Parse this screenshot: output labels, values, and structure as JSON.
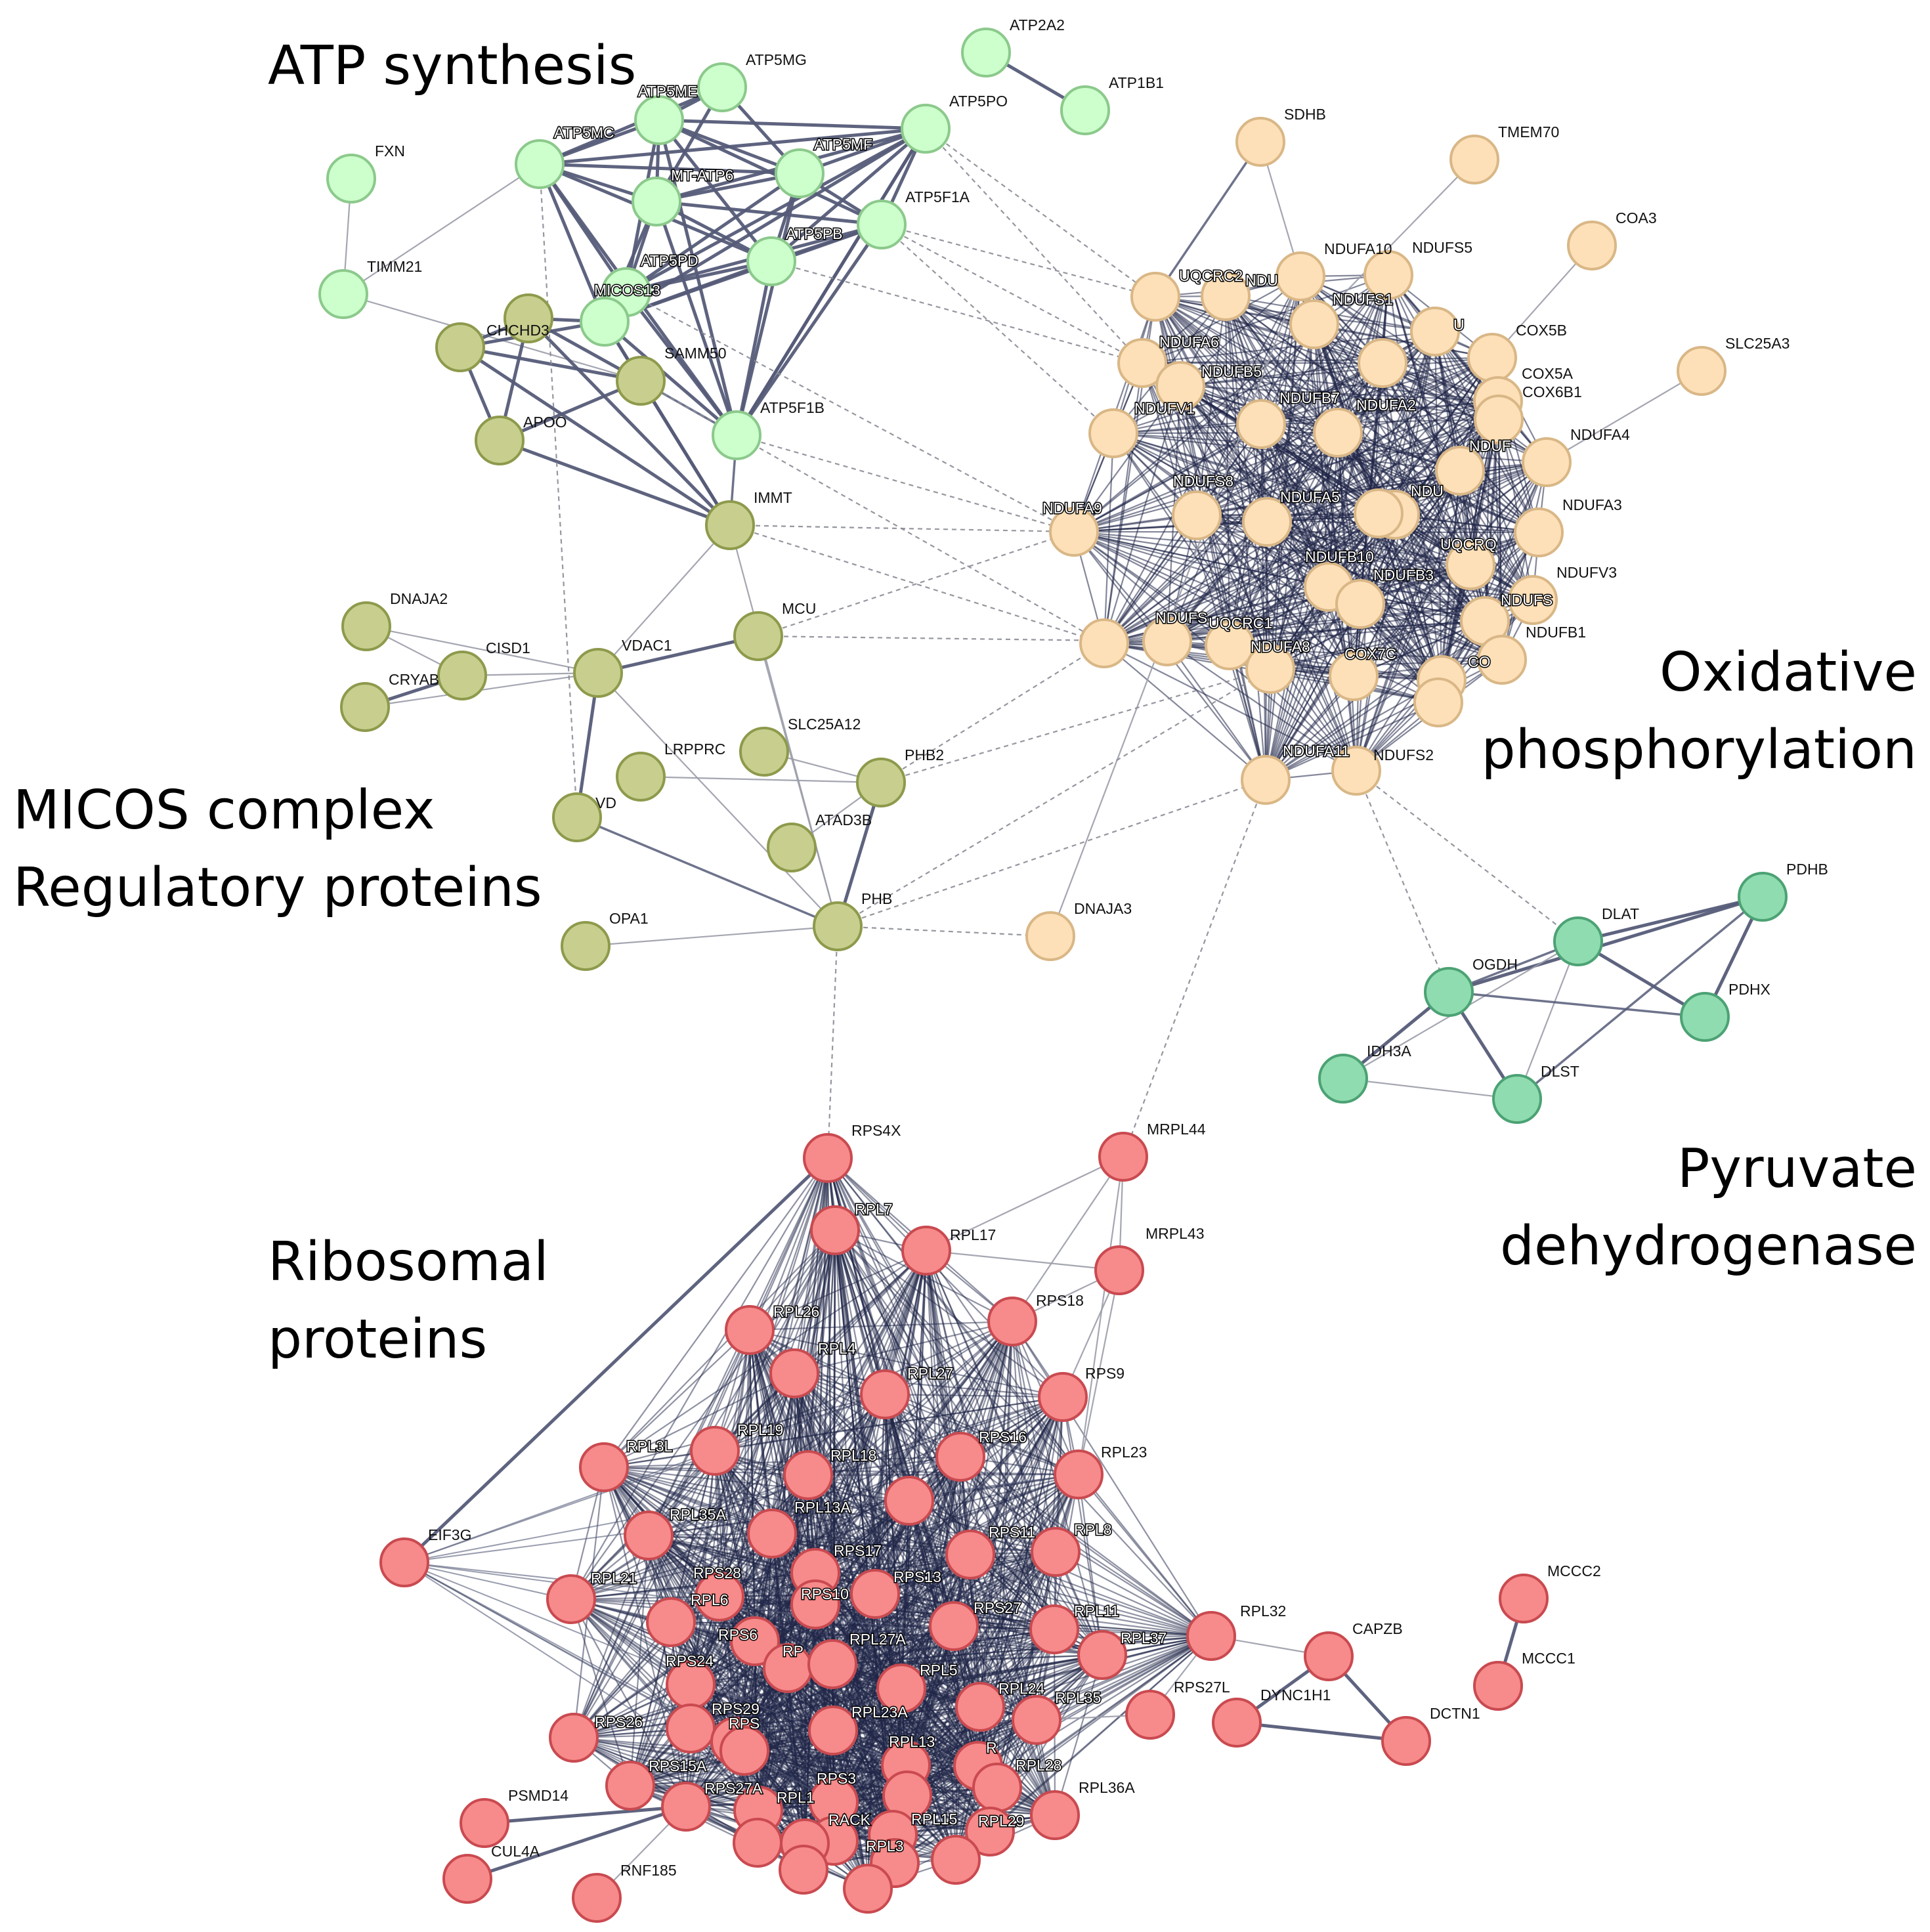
{
  "palette": {
    "atp": {
      "fill": "#ccffcc",
      "stroke": "#8cc98c"
    },
    "micos": {
      "fill": "#c8cf8e",
      "stroke": "#8e9a4c"
    },
    "oxphos": {
      "fill": "#fde0b8",
      "stroke": "#d9b786"
    },
    "pdh": {
      "fill": "#8fdcb0",
      "stroke": "#4ca274"
    },
    "ribo": {
      "fill": "#f78a8a",
      "stroke": "#c94a50"
    },
    "edge": "#555b78",
    "dense_edge": "#1f2547"
  },
  "titles": [
    {
      "id": "title-atp",
      "lines": [
        "ATP synthesis"
      ]
    },
    {
      "id": "title-micos",
      "lines": [
        "MICOS complex",
        "Regulatory proteins"
      ]
    },
    {
      "id": "title-oxphos",
      "lines": [
        "Oxidative",
        "phosphorylation"
      ]
    },
    {
      "id": "title-pdh",
      "lines": [
        "Pyruvate",
        "dehydrogenase"
      ]
    },
    {
      "id": "title-ribo",
      "lines": [
        "Ribosomal",
        "proteins"
      ]
    }
  ],
  "nodes": [
    {
      "id": "ATP2A2",
      "label": "ATP2A2",
      "group": "atp"
    },
    {
      "id": "ATP1B1",
      "label": "ATP1B1",
      "group": "atp"
    },
    {
      "id": "ATP5MG",
      "label": "ATP5MG",
      "group": "atp"
    },
    {
      "id": "ATP5ME",
      "label": "ATP5ME",
      "group": "atp"
    },
    {
      "id": "ATP5MC",
      "label": "ATP5MC",
      "group": "atp"
    },
    {
      "id": "MT-ATP6",
      "label": "MT-ATP6",
      "group": "atp"
    },
    {
      "id": "ATP5MF",
      "label": "ATP5MF",
      "group": "atp"
    },
    {
      "id": "ATP5PO",
      "label": "ATP5PO",
      "group": "atp"
    },
    {
      "id": "ATP5F1A",
      "label": "ATP5F1A",
      "group": "atp"
    },
    {
      "id": "ATP5PB",
      "label": "ATP5PB",
      "group": "atp"
    },
    {
      "id": "ATP5PD",
      "label": "ATP5PD",
      "group": "atp"
    },
    {
      "id": "MICOS13",
      "label": "MICOS13",
      "group": "atp"
    },
    {
      "id": "ATP5F1B",
      "label": "ATP5F1B",
      "group": "atp"
    },
    {
      "id": "FXN",
      "label": "FXN",
      "group": "atp"
    },
    {
      "id": "TIMM21",
      "label": "TIMM21",
      "group": "atp"
    },
    {
      "id": "CHCHD3",
      "label": "CHCHD3",
      "group": "micos"
    },
    {
      "id": "MIC_b",
      "label": "",
      "group": "micos"
    },
    {
      "id": "APOO",
      "label": "APOO",
      "group": "micos"
    },
    {
      "id": "SAMM50",
      "label": "SAMM50",
      "group": "micos"
    },
    {
      "id": "IMMT",
      "label": "IMMT",
      "group": "micos"
    },
    {
      "id": "DNAJA2",
      "label": "DNAJA2",
      "group": "micos"
    },
    {
      "id": "CISD1",
      "label": "CISD1",
      "group": "micos"
    },
    {
      "id": "CRYAB",
      "label": "CRYAB",
      "group": "micos"
    },
    {
      "id": "VDAC1",
      "label": "VDAC1",
      "group": "micos"
    },
    {
      "id": "MCU",
      "label": "MCU",
      "group": "micos"
    },
    {
      "id": "LRPPRC",
      "label": "LRPPRC",
      "group": "micos"
    },
    {
      "id": "SLC25A12",
      "label": "SLC25A12",
      "group": "micos"
    },
    {
      "id": "PHB2",
      "label": "PHB2",
      "group": "micos"
    },
    {
      "id": "VDAC",
      "label": "VD",
      "group": "micos"
    },
    {
      "id": "ATAD3B",
      "label": "ATAD3B",
      "group": "micos"
    },
    {
      "id": "PHB",
      "label": "PHB",
      "group": "micos"
    },
    {
      "id": "OPA1",
      "label": "OPA1",
      "group": "micos"
    },
    {
      "id": "SDHB",
      "label": "SDHB",
      "group": "oxphos"
    },
    {
      "id": "TMEM70",
      "label": "TMEM70",
      "group": "oxphos"
    },
    {
      "id": "COA3",
      "label": "COA3",
      "group": "oxphos"
    },
    {
      "id": "SLC25A3",
      "label": "SLC25A3",
      "group": "oxphos"
    },
    {
      "id": "UQCRC2",
      "label": "UQCRC2",
      "group": "oxphos"
    },
    {
      "id": "NDU_a",
      "label": "NDU",
      "group": "oxphos"
    },
    {
      "id": "NDUFA10",
      "label": "NDUFA10",
      "group": "oxphos"
    },
    {
      "id": "NDUFS5",
      "label": "NDUFS5",
      "group": "oxphos"
    },
    {
      "id": "NDUFS1",
      "label": "NDUFS1",
      "group": "oxphos"
    },
    {
      "id": "UQ_b",
      "label": "U",
      "group": "oxphos"
    },
    {
      "id": "COX5B",
      "label": "COX5B",
      "group": "oxphos"
    },
    {
      "id": "NDUFA6",
      "label": "NDUFA6",
      "group": "oxphos"
    },
    {
      "id": "NDUFB5",
      "label": "NDUFB5",
      "group": "oxphos"
    },
    {
      "id": "OX_x1",
      "label": "",
      "group": "oxphos"
    },
    {
      "id": "COX5A",
      "label": "COX5A",
      "group": "oxphos"
    },
    {
      "id": "NDUFV1",
      "label": "NDUFV1",
      "group": "oxphos"
    },
    {
      "id": "NDUFB7",
      "label": "NDUFB7",
      "group": "oxphos"
    },
    {
      "id": "NDUFA2",
      "label": "NDUFA2",
      "group": "oxphos"
    },
    {
      "id": "COX6B1",
      "label": "COX6B1",
      "group": "oxphos"
    },
    {
      "id": "NDUFS_c",
      "label": "NDUF",
      "group": "oxphos"
    },
    {
      "id": "NDUFA4",
      "label": "NDUFA4",
      "group": "oxphos"
    },
    {
      "id": "NDU_d",
      "label": "NDU",
      "group": "oxphos"
    },
    {
      "id": "NDUFA9",
      "label": "NDUFA9",
      "group": "oxphos"
    },
    {
      "id": "NDUFS8",
      "label": "NDUFS8",
      "group": "oxphos"
    },
    {
      "id": "NDUFA5",
      "label": "NDUFA5",
      "group": "oxphos"
    },
    {
      "id": "OX_x2",
      "label": "",
      "group": "oxphos"
    },
    {
      "id": "NDUFA3",
      "label": "NDUFA3",
      "group": "oxphos"
    },
    {
      "id": "UQCRQ",
      "label": "UQCRQ",
      "group": "oxphos"
    },
    {
      "id": "NDUFV3",
      "label": "NDUFV3",
      "group": "oxphos"
    },
    {
      "id": "NDUFB10",
      "label": "NDUFB10",
      "group": "oxphos"
    },
    {
      "id": "NDUFB3",
      "label": "NDUFB3",
      "group": "oxphos"
    },
    {
      "id": "NDUFS_e",
      "label": "NDUFS",
      "group": "oxphos"
    },
    {
      "id": "NDUFB1",
      "label": "NDUFB1",
      "group": "oxphos"
    },
    {
      "id": "NDUFS_f",
      "label": "NDUFS",
      "group": "oxphos"
    },
    {
      "id": "UQCRC1",
      "label": "UQCRC1",
      "group": "oxphos"
    },
    {
      "id": "OX_x3",
      "label": "",
      "group": "oxphos"
    },
    {
      "id": "NDUFA8",
      "label": "NDUFA8",
      "group": "oxphos"
    },
    {
      "id": "COX7C",
      "label": "COX7C",
      "group": "oxphos"
    },
    {
      "id": "CO_g",
      "label": "CO",
      "group": "oxphos"
    },
    {
      "id": "OX_x4",
      "label": "",
      "group": "oxphos"
    },
    {
      "id": "NDUFA11",
      "label": "NDUFA11",
      "group": "oxphos"
    },
    {
      "id": "NDUFS2",
      "label": "NDUFS2",
      "group": "oxphos"
    },
    {
      "id": "DNAJA3",
      "label": "DNAJA3",
      "group": "oxphos"
    },
    {
      "id": "PDHB",
      "label": "PDHB",
      "group": "pdh"
    },
    {
      "id": "DLAT",
      "label": "DLAT",
      "group": "pdh"
    },
    {
      "id": "OGDH",
      "label": "OGDH",
      "group": "pdh"
    },
    {
      "id": "PDHX",
      "label": "PDHX",
      "group": "pdh"
    },
    {
      "id": "IDH3A",
      "label": "IDH3A",
      "group": "pdh"
    },
    {
      "id": "DLST",
      "label": "DLST",
      "group": "pdh"
    },
    {
      "id": "RPS4X",
      "label": "RPS4X",
      "group": "ribo"
    },
    {
      "id": "MRPL44",
      "label": "MRPL44",
      "group": "ribo"
    },
    {
      "id": "RPL7",
      "label": "RPL7",
      "group": "ribo"
    },
    {
      "id": "RPL17",
      "label": "RPL17",
      "group": "ribo"
    },
    {
      "id": "MRPL43",
      "label": "MRPL43",
      "group": "ribo"
    },
    {
      "id": "RPL26",
      "label": "RPL26",
      "group": "ribo"
    },
    {
      "id": "RPS18",
      "label": "RPS18",
      "group": "ribo"
    },
    {
      "id": "RPL4",
      "label": "RPL4",
      "group": "ribo"
    },
    {
      "id": "RPL27",
      "label": "RPL27",
      "group": "ribo"
    },
    {
      "id": "RPS9",
      "label": "RPS9",
      "group": "ribo"
    },
    {
      "id": "RPL3L",
      "label": "RPL3L",
      "group": "ribo"
    },
    {
      "id": "RPL19",
      "label": "RPL19",
      "group": "ribo"
    },
    {
      "id": "RPL18",
      "label": "RPL18",
      "group": "ribo"
    },
    {
      "id": "RPS16",
      "label": "RPS16",
      "group": "ribo"
    },
    {
      "id": "RI_x1",
      "label": "",
      "group": "ribo"
    },
    {
      "id": "RPL23",
      "label": "RPL23",
      "group": "ribo"
    },
    {
      "id": "RPL35A",
      "label": "RPL35A",
      "group": "ribo"
    },
    {
      "id": "RPL13A",
      "label": "RPL13A",
      "group": "ribo"
    },
    {
      "id": "EIF3G",
      "label": "EIF3G",
      "group": "ribo"
    },
    {
      "id": "RPS28",
      "label": "RPS28",
      "group": "ribo"
    },
    {
      "id": "RPS17",
      "label": "RPS17",
      "group": "ribo"
    },
    {
      "id": "RPS11",
      "label": "RPS11",
      "group": "ribo"
    },
    {
      "id": "RPL8",
      "label": "RPL8",
      "group": "ribo"
    },
    {
      "id": "RPL21",
      "label": "RPL21",
      "group": "ribo"
    },
    {
      "id": "RPL6",
      "label": "RPL6",
      "group": "ribo"
    },
    {
      "id": "RPS10",
      "label": "RPS10",
      "group": "ribo"
    },
    {
      "id": "RPS13",
      "label": "RPS13",
      "group": "ribo"
    },
    {
      "id": "RPS27",
      "label": "RPS27",
      "group": "ribo"
    },
    {
      "id": "RPL11",
      "label": "RPL11",
      "group": "ribo"
    },
    {
      "id": "RPL32",
      "label": "RPL32",
      "group": "ribo"
    },
    {
      "id": "RPS6",
      "label": "RPS6",
      "group": "ribo"
    },
    {
      "id": "RPL37",
      "label": "RPL37",
      "group": "ribo"
    },
    {
      "id": "CAPZB",
      "label": "CAPZB",
      "group": "ribo"
    },
    {
      "id": "MCCC2",
      "label": "MCCC2",
      "group": "ribo"
    },
    {
      "id": "RPS24",
      "label": "RPS24",
      "group": "ribo"
    },
    {
      "id": "RP_a",
      "label": "RP",
      "group": "ribo"
    },
    {
      "id": "RPL27A",
      "label": "RPL27A",
      "group": "ribo"
    },
    {
      "id": "RPL5",
      "label": "RPL5",
      "group": "ribo"
    },
    {
      "id": "RPL24",
      "label": "RPL24",
      "group": "ribo"
    },
    {
      "id": "MCCC1",
      "label": "MCCC1",
      "group": "ribo"
    },
    {
      "id": "RPS27L",
      "label": "RPS27L",
      "group": "ribo"
    },
    {
      "id": "DYNC1H1",
      "label": "DYNC1H1",
      "group": "ribo"
    },
    {
      "id": "DCTN1",
      "label": "DCTN1",
      "group": "ribo"
    },
    {
      "id": "RPS26",
      "label": "RPS26",
      "group": "ribo"
    },
    {
      "id": "RPS29",
      "label": "RPS29",
      "group": "ribo"
    },
    {
      "id": "RPS_b",
      "label": "RPS",
      "group": "ribo"
    },
    {
      "id": "RPL23A",
      "label": "RPL23A",
      "group": "ribo"
    },
    {
      "id": "RPL35",
      "label": "RPL35",
      "group": "ribo"
    },
    {
      "id": "RPS15A",
      "label": "RPS15A",
      "group": "ribo"
    },
    {
      "id": "RPL13",
      "label": "RPL13",
      "group": "ribo"
    },
    {
      "id": "RI_x2",
      "label": "R",
      "group": "ribo"
    },
    {
      "id": "RI_x3",
      "label": "",
      "group": "ribo"
    },
    {
      "id": "RPS27A",
      "label": "RPS27A",
      "group": "ribo"
    },
    {
      "id": "RPS3",
      "label": "RPS3",
      "group": "ribo"
    },
    {
      "id": "RPL28",
      "label": "RPL28",
      "group": "ribo"
    },
    {
      "id": "RPL36A",
      "label": "RPL36A",
      "group": "ribo"
    },
    {
      "id": "PSMD14",
      "label": "PSMD14",
      "group": "ribo"
    },
    {
      "id": "RPL_c",
      "label": "RPL1",
      "group": "ribo"
    },
    {
      "id": "RI_x4",
      "label": "",
      "group": "ribo"
    },
    {
      "id": "RPL15",
      "label": "RPL15",
      "group": "ribo"
    },
    {
      "id": "RI_x5",
      "label": "",
      "group": "ribo"
    },
    {
      "id": "RPL29",
      "label": "RPL29",
      "group": "ribo"
    },
    {
      "id": "CUL4A",
      "label": "CUL4A",
      "group": "ribo"
    },
    {
      "id": "RACK",
      "label": "RACK",
      "group": "ribo"
    },
    {
      "id": "RPL3_d",
      "label": "RPL3",
      "group": "ribo"
    },
    {
      "id": "RI_x6",
      "label": "",
      "group": "ribo"
    },
    {
      "id": "RI_x7",
      "label": "",
      "group": "ribo"
    },
    {
      "id": "RNF185",
      "label": "RNF185",
      "group": "ribo"
    },
    {
      "id": "RI_x8",
      "label": "",
      "group": "ribo"
    },
    {
      "id": "RI_x9",
      "label": "",
      "group": "ribo"
    }
  ]
}
